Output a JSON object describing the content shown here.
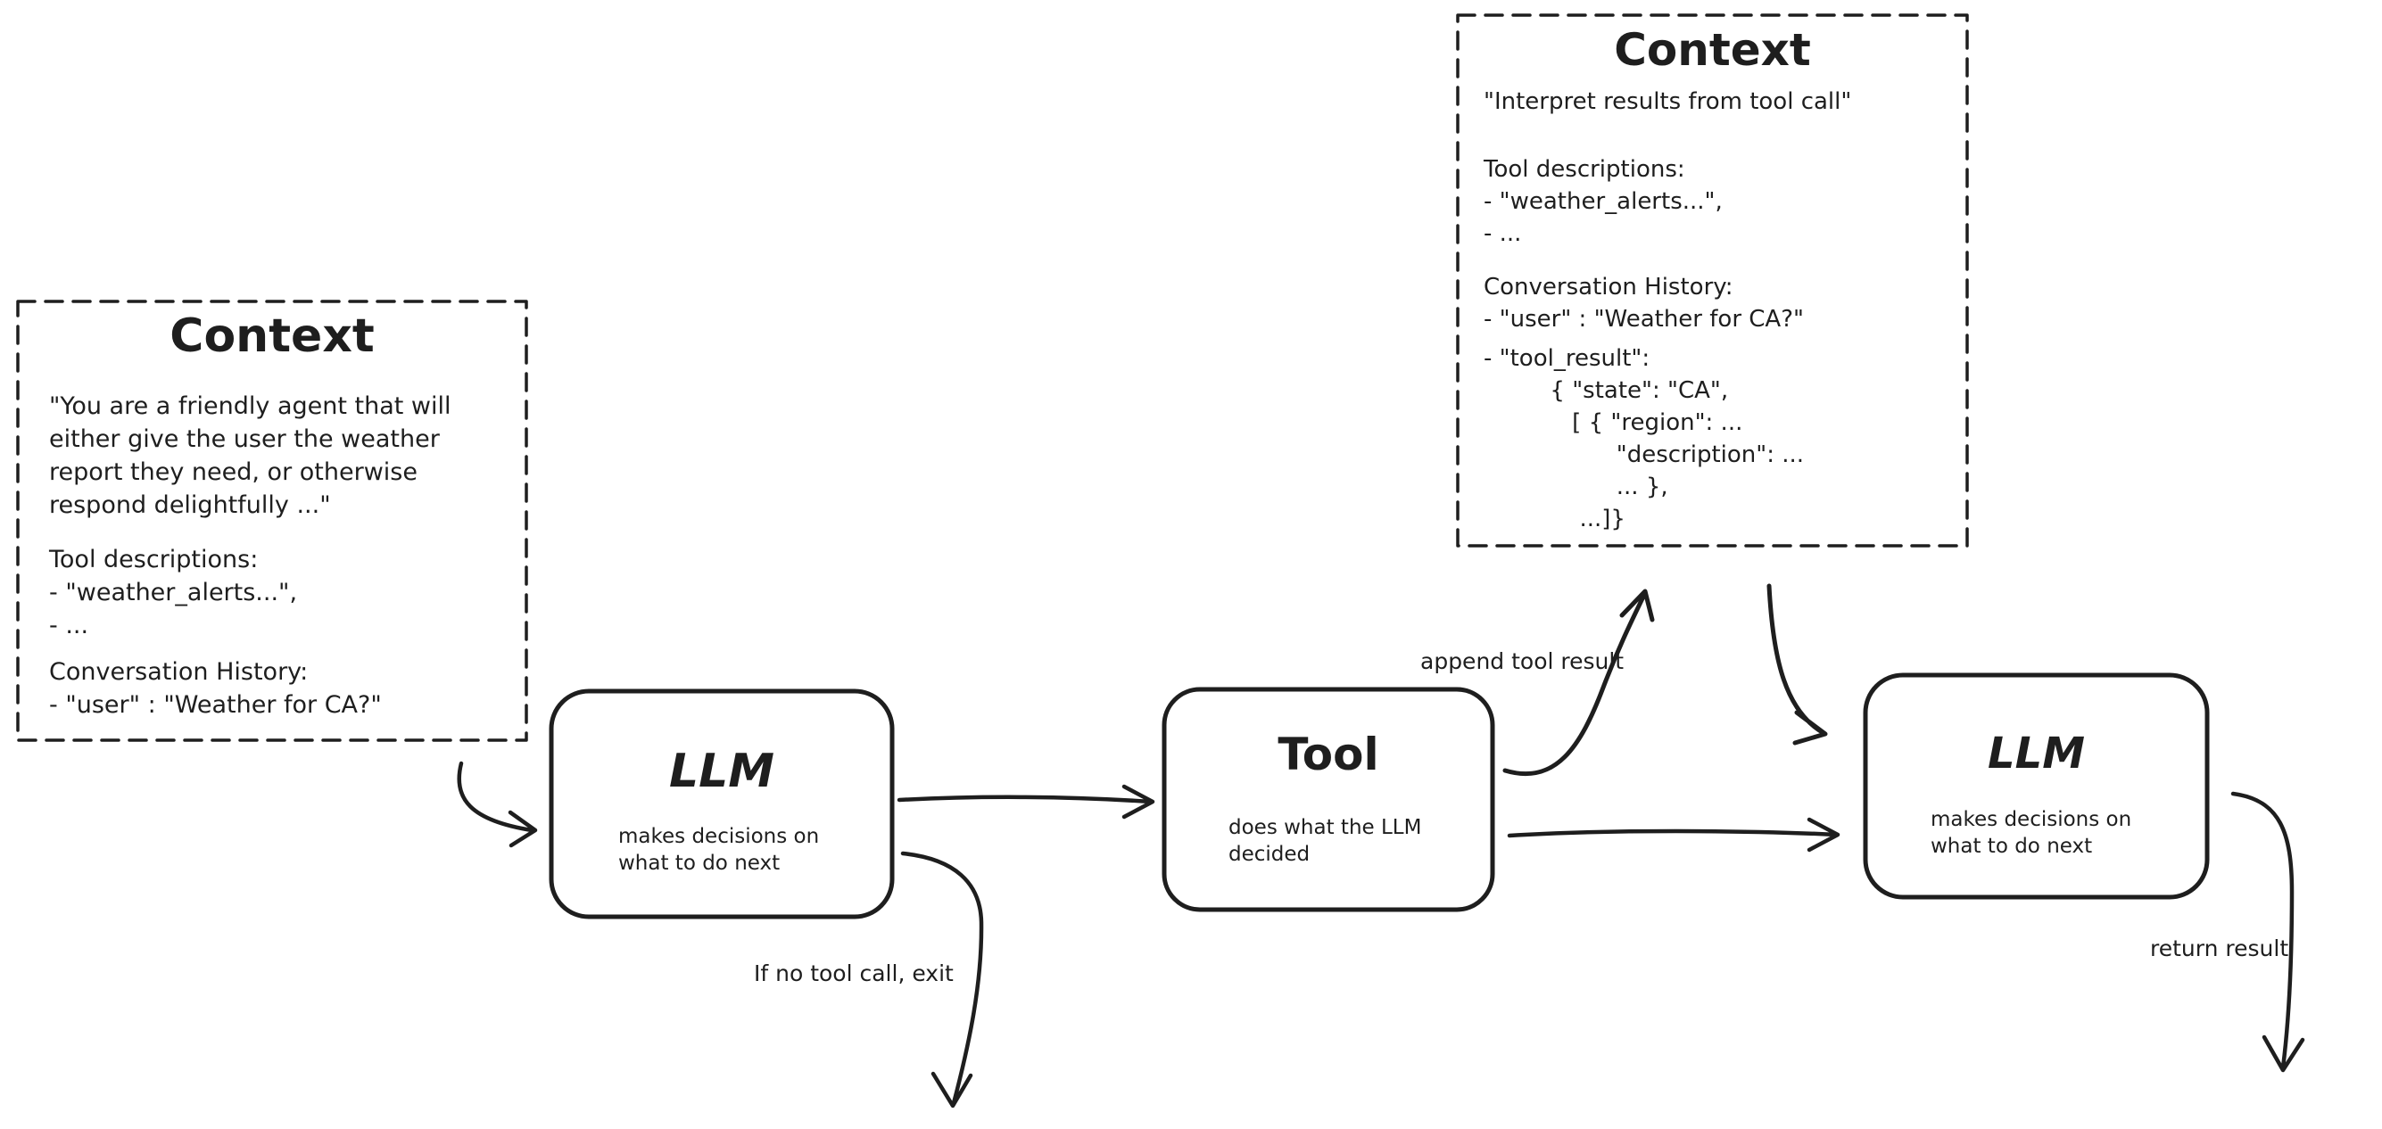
{
  "colors": {
    "ink": "#1e1e1e",
    "background": "#ffffff"
  },
  "context_left": {
    "title": "Context",
    "system_prompt": "\"You are a friendly agent that will\neither give the user the weather\nreport they need, or otherwise\nrespond delightfully ...\"",
    "tools": "Tool descriptions:\n- \"weather_alerts...\",\n- ...",
    "history": "Conversation History:\n- \"user\" : \"Weather for CA?\""
  },
  "context_top": {
    "title": "Context",
    "instruction": "\"Interpret results from tool call\"",
    "tools": "Tool descriptions:\n- \"weather_alerts...\",\n- ...",
    "history": "Conversation History:\n- \"user\" : \"Weather for CA?\"",
    "tool_result": "- \"tool_result\":\n         { \"state\": \"CA\",\n            [ { \"region\": ...\n                  \"description\": ...\n                  ... },\n             ...]}"
  },
  "nodes": {
    "llm_1": {
      "title": "LLM",
      "subtitle": "makes decisions on\nwhat to do next"
    },
    "tool": {
      "title": "Tool",
      "subtitle": "does what the LLM\ndecided"
    },
    "llm_2": {
      "title": "LLM",
      "subtitle": "makes decisions on\nwhat to do next"
    }
  },
  "labels": {
    "append_tool_result": "append tool result",
    "if_no_tool_call_exit": "If no tool call, exit",
    "return_result": "return result"
  }
}
